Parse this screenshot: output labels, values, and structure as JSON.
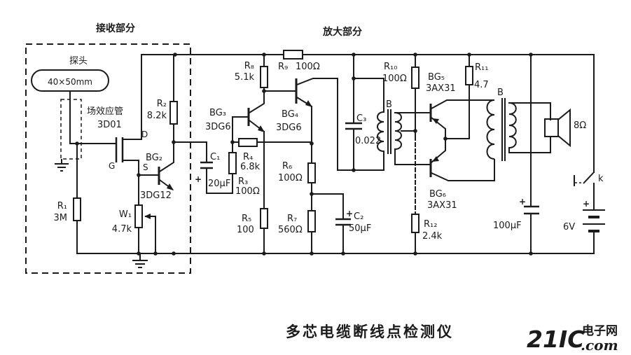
{
  "page": {
    "title": "多芯电缆断线点检测仪"
  },
  "sections": {
    "receiver_label": "接收部分",
    "amplifier_label": "放大部分"
  },
  "probe": {
    "name": "探头",
    "size": "40×50mm"
  },
  "fet": {
    "type_label": "场效应管",
    "model": "3D01",
    "gate": "G",
    "drain": "D",
    "source": "S"
  },
  "transistors": {
    "bg2": {
      "name": "BG₂",
      "model": "3DG12"
    },
    "bg3": {
      "name": "BG₃",
      "model": "3DG6"
    },
    "bg4": {
      "name": "BG₄",
      "model": "3DG6"
    },
    "bg5": {
      "name": "BG₅",
      "model": "3AX31"
    },
    "bg6": {
      "name": "BG₆",
      "model": "3AX31"
    }
  },
  "resistors": {
    "r1": {
      "name": "R₁",
      "value": "3M"
    },
    "r2": {
      "name": "R₂",
      "value": "8.2k"
    },
    "r3": {
      "name": "R₃",
      "value": "100Ω"
    },
    "r4": {
      "name": "R₄",
      "value": "6.8k"
    },
    "r5": {
      "name": "R₅",
      "value": "100"
    },
    "r6": {
      "name": "R₆",
      "value": "100Ω"
    },
    "r7": {
      "name": "R₇",
      "value": "560Ω"
    },
    "r8": {
      "name": "R₈",
      "value": "5.1k"
    },
    "r9": {
      "name": "R₉",
      "value": "100Ω"
    },
    "r10": {
      "name": "R₁₀",
      "value": "100Ω"
    },
    "r11": {
      "name": "R₁₁",
      "value": "4.7"
    },
    "r12": {
      "name": "R₁₂",
      "value": "2.4k"
    }
  },
  "potentiometer": {
    "name": "W₁",
    "value": "4.7k"
  },
  "capacitors": {
    "c1": {
      "name": "C₁",
      "value": "20μF",
      "polarity": "+"
    },
    "c2": {
      "name": "C₂",
      "value": "50μF",
      "polarity": "+"
    },
    "c3": {
      "name": "C₃",
      "value": "0.022"
    },
    "c4": {
      "value": "100μF",
      "polarity": "+"
    }
  },
  "transformers": {
    "interstage": "B",
    "output": "B"
  },
  "speaker": {
    "impedance": "8Ω"
  },
  "power": {
    "battery_voltage": "6V",
    "battery_plus": "+",
    "switch": "k"
  },
  "watermark": {
    "brand": "21IC",
    "site": "电子网",
    "domain": ".com",
    "brand_color": "#f2b0c2",
    "domain_color": "#c9c2e6"
  }
}
